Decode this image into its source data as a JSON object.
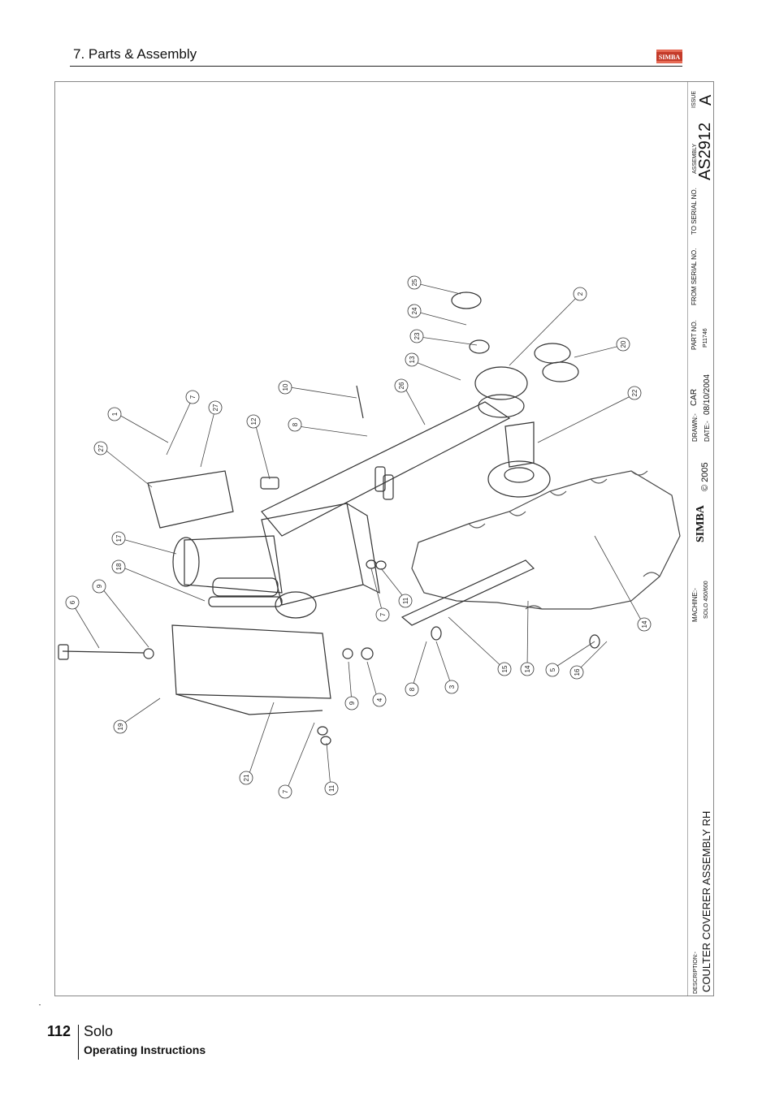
{
  "header": {
    "section_title": "7. Parts & Assembly",
    "logo_text": "SIMBA"
  },
  "title_block": {
    "description_label": "DESCRIPTION:-",
    "description": "COULTER COVERER ASSEMBLY RH",
    "machine_label": "MACHINE:-",
    "machine": "SOLO 450/600",
    "logo_text": "SIMBA",
    "copyright": "© 2005",
    "drawn_label": "DRAWN:-",
    "drawn": "CAR",
    "date_label": "DATE:-",
    "date": "08/10/2004",
    "part_no_label": "PART NO.",
    "part_no": "P11746",
    "from_serial_label": "FROM SERIAL NO.",
    "to_serial_label": "TO SERIAL NO.",
    "assembly_label": "ASSEMBLY",
    "assembly": "AS2912",
    "issue_label": "ISSUE",
    "issue": "A"
  },
  "callouts": [
    "25",
    "2",
    "24",
    "23",
    "20",
    "13",
    "10",
    "26",
    "22",
    "8",
    "12",
    "1",
    "7",
    "27",
    "27",
    "17",
    "18",
    "9",
    "6",
    "7",
    "11",
    "14",
    "5",
    "16",
    "15",
    "3",
    "8",
    "9",
    "4",
    "19",
    "21",
    "7",
    "11",
    "14"
  ],
  "footer": {
    "page_number": "112",
    "model": "Solo",
    "subtitle": "Operating Instructions"
  }
}
